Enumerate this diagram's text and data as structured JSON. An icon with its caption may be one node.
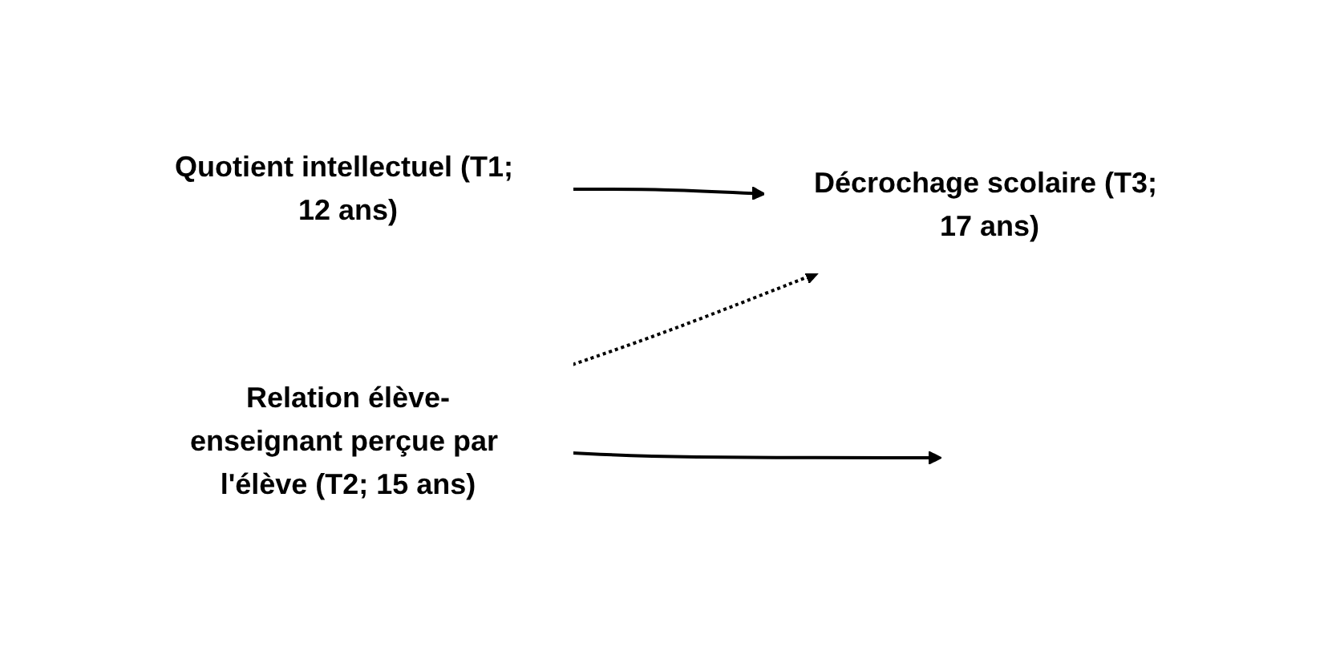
{
  "diagram": {
    "nodes": [
      {
        "text": [
          "Quotient intellectuel (T1; 12 ans)"
        ]
      },
      {
        "text": [
          "Décrochage scolaire (T3; 17 ans)"
        ]
      },
      {
        "text": [
          "Relation élève-enseignant perçue par l'élève (T2; 15 ans)"
        ]
      }
    ],
    "edges": [
      {
        "from": 0,
        "to": 1,
        "arrow": "to"
      },
      {
        "from": 2,
        "to": null,
        "arrow": "to"
      },
      {
        "from": 2,
        "to": 1,
        "arrow": "to",
        "style": "dashed"
      }
    ]
  }
}
